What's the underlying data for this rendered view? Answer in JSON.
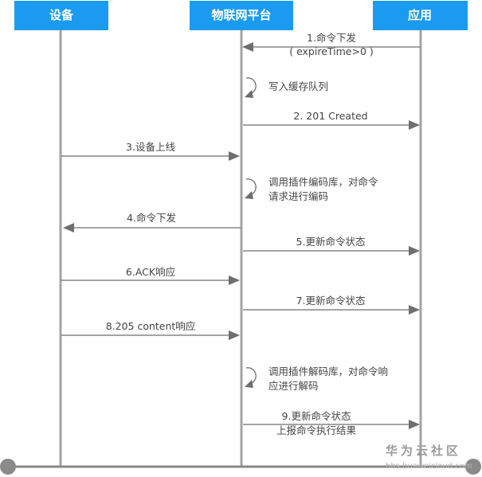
{
  "participants": [
    {
      "id": "device",
      "label": "设备"
    },
    {
      "id": "platform",
      "label": "物联网平台"
    },
    {
      "id": "app",
      "label": "应用"
    }
  ],
  "messages": [
    {
      "id": "m1",
      "from": "app",
      "to": "platform",
      "lines": [
        "1.命令下发",
        "( expireTime>0 )"
      ]
    },
    {
      "id": "m2",
      "from": "platform",
      "to": "app",
      "lines": [
        "2. 201 Created"
      ]
    },
    {
      "id": "m3",
      "from": "device",
      "to": "platform",
      "lines": [
        "3.设备上线"
      ]
    },
    {
      "id": "m4",
      "from": "platform",
      "to": "device",
      "lines": [
        "4.命令下发"
      ]
    },
    {
      "id": "m5",
      "from": "platform",
      "to": "app",
      "lines": [
        "5.更新命令状态"
      ]
    },
    {
      "id": "m6",
      "from": "device",
      "to": "platform",
      "lines": [
        "6.ACK响应"
      ]
    },
    {
      "id": "m7",
      "from": "platform",
      "to": "app",
      "lines": [
        "7.更新命令状态"
      ]
    },
    {
      "id": "m8",
      "from": "device",
      "to": "platform",
      "lines": [
        "8.205 content响应"
      ]
    },
    {
      "id": "m9",
      "from": "platform",
      "to": "app",
      "lines": [
        "9.更新命令状态",
        "上报命令执行结果"
      ]
    }
  ],
  "self_notes": [
    {
      "id": "n1",
      "lines": [
        "写入缓存队列"
      ]
    },
    {
      "id": "n2",
      "lines": [
        "调用插件编码库，对命令",
        "请求进行编码"
      ]
    },
    {
      "id": "n3",
      "lines": [
        "调用插件解码库，对命令响",
        "应进行解码"
      ]
    }
  ],
  "watermark": {
    "title": "华为云社区",
    "url": "bbs.huaweicloud.com"
  },
  "colors": {
    "header": "#1a9bf0",
    "line": "#6e6e6e",
    "lifeline": "#a3a3a3"
  }
}
